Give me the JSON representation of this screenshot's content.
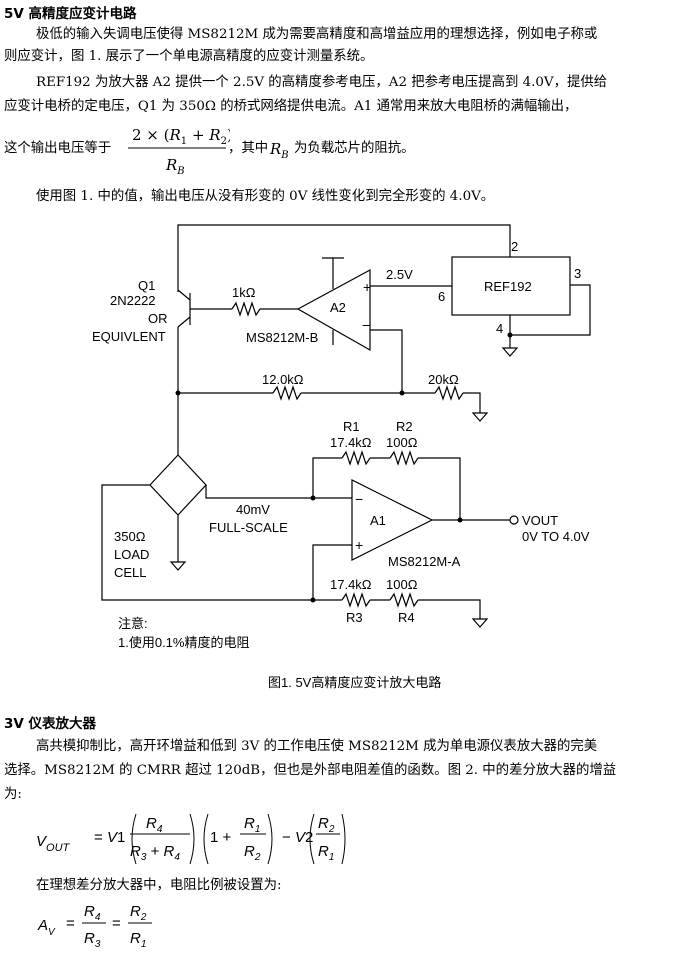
{
  "sec1": {
    "title": "5V 高精度应变计电路",
    "p1_line1": "极低的输入失调电压使得 MS8212M 成为需要高精度和高增益应用的理想选择，例如电子称或",
    "p1_line2": "则应变计，图 1. 展示了一个单电源高精度的应变计测量系统。",
    "p2_line1": "REF192 为放大器 A2 提供一个 2.5V 的高精度参考电压，A2 把参考电压提高到 4.0V，提供给",
    "p2_line2": "应变计电桥的定电压，Q1 为 350Ω 的桥式网络提供电流。A1 通常用来放大电阻桥的满幅输出，",
    "p3_pre": "这个输出电压等于",
    "p3_post": "，其中",
    "p3_post2": "为负载芯片的阻抗。",
    "p4": "使用图 1. 中的值，输出电压从没有形变的 0V 线性变化到完全形变的 4.0V。"
  },
  "figure1": {
    "q1": [
      "Q1",
      "2N2222",
      "OR",
      "EQUIVLENT"
    ],
    "r_1k": "1kΩ",
    "a2_label": "A2",
    "a2_part": "MS8212M-B",
    "v25": "2.5V",
    "ref": "REF192",
    "pins": [
      "2",
      "3",
      "4",
      "6"
    ],
    "r_12k": "12.0kΩ",
    "r_20k": "20kΩ",
    "r1": "R1",
    "r2": "R2",
    "r1_val": "17.4kΩ",
    "r2_val": "100Ω",
    "signal": "40mV",
    "fullscale": "FULL-SCALE",
    "a1_label": "A1",
    "a1_part": "MS8212M-A",
    "vout": "VOUT",
    "vout_range": "0V TO 4.0V",
    "cell": [
      "350Ω",
      "LOAD",
      "CELL"
    ],
    "r3_val": "17.4kΩ",
    "r4_val": "100Ω",
    "r3": "R3",
    "r4": "R4",
    "note_title": "注意:",
    "note1": "1.使用0.1%精度的电阻",
    "caption": "图1. 5V高精度应变计放大电路"
  },
  "sec2": {
    "title": "3V 仪表放大器",
    "p1_line1": "高共模抑制比，高开环增益和低到 3V 的工作电压使 MS8212M 成为单电源仪表放大器的完美",
    "p1_line2": "选择。MS8212M 的 CMRR 超过 120dB，但也是外部电阻差值的函数。图 2. 中的差分放大器的增益",
    "p1_line3": "为:",
    "p2": "在理想差分放大器中，电阻比例被设置为:"
  }
}
